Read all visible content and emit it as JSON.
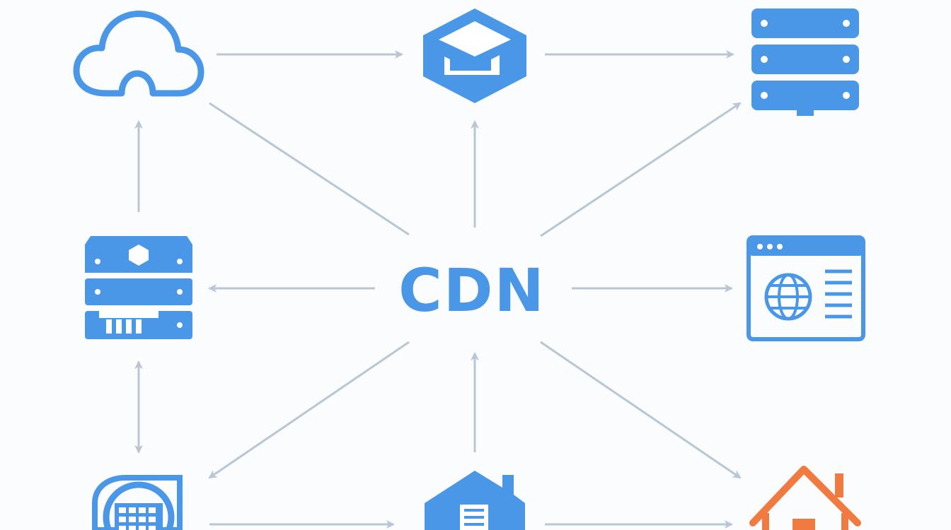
{
  "diagram": {
    "center_label": "CDN"
  },
  "colors": {
    "background": "#fbfcfd",
    "primary_blue": "#4a97e8",
    "accent_orange": "#f07a3f",
    "arrow_gray": "#b9c6d6",
    "icon_fill_light": "#ffffff"
  },
  "nodes": [
    {
      "id": "cloud",
      "icon": "cloud-icon"
    },
    {
      "id": "box-hub",
      "icon": "graduation-box-icon"
    },
    {
      "id": "server-stack",
      "icon": "server-stack-icon"
    },
    {
      "id": "rack-server",
      "icon": "rack-server-icon"
    },
    {
      "id": "web-browser",
      "icon": "browser-globe-icon"
    },
    {
      "id": "network-device",
      "icon": "keypad-device-icon"
    },
    {
      "id": "home-blue",
      "icon": "house-document-icon"
    },
    {
      "id": "home-orange",
      "icon": "house-icon"
    }
  ]
}
